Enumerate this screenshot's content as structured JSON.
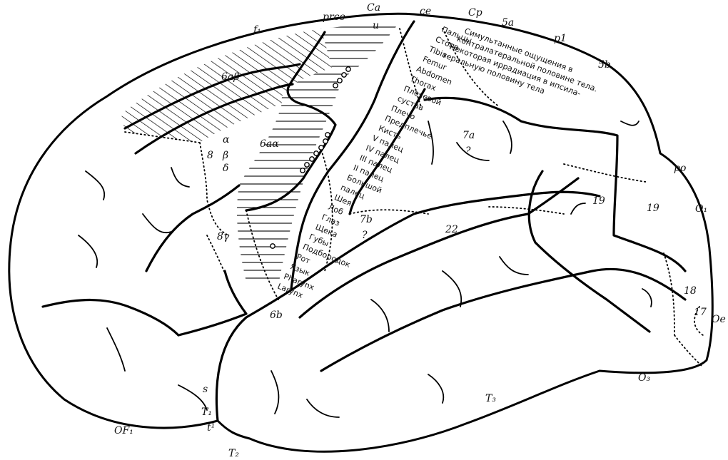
{
  "area_labels": {
    "f1": "f₁",
    "prce": "prce",
    "ca": "Ca",
    "u": "u",
    "ce": "ce",
    "cp": "Cp",
    "5a": "5a",
    "p1": "p1",
    "5b": "5b",
    "6ab": "6aβ",
    "alpha": "α",
    "8": "8",
    "beta": "β",
    "delta": "δ",
    "6aa": "6aα",
    "7a": "7a",
    "q1": "?",
    "po": "po",
    "19a": "19",
    "19b": "19",
    "o1": "O₁",
    "7b": "7b",
    "q2": "?",
    "22": "22",
    "8g": "8γ",
    "18": "18",
    "17": "17",
    "oe": "Oe",
    "6b": "6b",
    "o3": "O₃",
    "s": "s",
    "t1": "T₁",
    "t1p": "t¹",
    "t3": "T₃",
    "of1": "OF₁",
    "t2": "T₂"
  },
  "body_map": [
    "Пальцы",
    "Стопа",
    "Tibia",
    "Femur",
    "Abdomen",
    "Thorax",
    "Плечевой",
    "сустав",
    "Плечо",
    "Предплечье",
    "Кисть",
    "V палец",
    "IV палец",
    "III палец",
    "II палец",
    "Большой",
    "палец",
    "Шея",
    "Лоб",
    "Глаз",
    "Щека",
    "Губы",
    "Подбородок",
    "Рот",
    "Язык",
    "Pharynx",
    "Larynx"
  ],
  "annotation_lines": [
    "Симультанные ощущения в",
    "контралатеральной половине тела.",
    "Некоторая иррадиация в ипсила-",
    "теральную половину тела"
  ],
  "colors": {
    "ink": "#000000",
    "paper": "#ffffff"
  }
}
